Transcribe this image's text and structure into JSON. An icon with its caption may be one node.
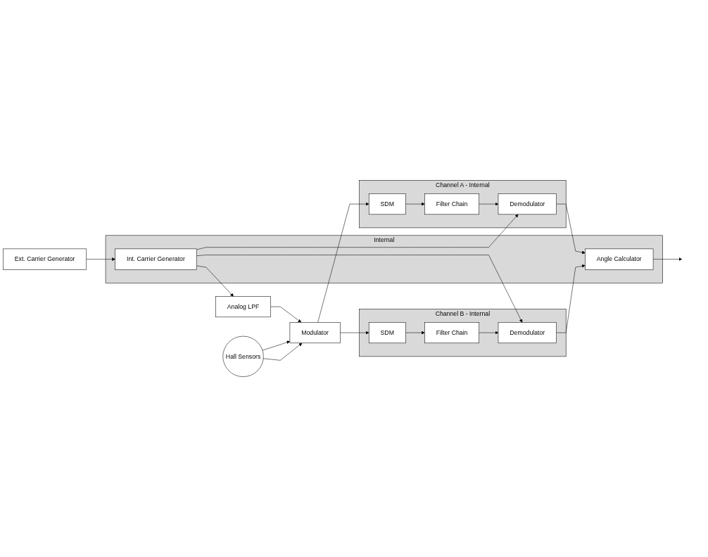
{
  "diagram": {
    "nodes": [
      {
        "text": [
          "Channel A - Internal"
        ]
      },
      {
        "text": [
          "SDM"
        ],
        "in": 0
      },
      {
        "text": [
          "Filter Chain"
        ],
        "in": 0
      },
      {
        "text": [
          "Demodulator"
        ],
        "in": 0
      },
      {
        "text": [
          "Analog LPF"
        ]
      },
      {
        "text": [
          "Modulator"
        ]
      },
      {
        "text": [
          "Hall Sensors"
        ]
      },
      {
        "text": [
          "Internal"
        ]
      },
      {
        "text": [
          "Int. Carrier Generator"
        ],
        "in": 7
      },
      {
        "text": [
          "Angle Calculator"
        ],
        "in": 7
      },
      {
        "text": [
          "Ext. Carrier Generator"
        ]
      },
      {
        "text": [
          "Channel B - Internal"
        ]
      },
      {
        "text": [
          "SDM"
        ],
        "in": 11
      },
      {
        "text": [
          "Filter Chain"
        ],
        "in": 11
      },
      {
        "text": [
          "Demodulator"
        ],
        "in": 11
      }
    ],
    "edges": [
      {
        "from": 1,
        "to": 2,
        "arrow": "to"
      },
      {
        "from": 2,
        "to": 3,
        "arrow": "to"
      },
      {
        "from": 3,
        "to": 9,
        "arrow": "to"
      },
      {
        "from": 9,
        "to": null,
        "arrow": "to"
      },
      {
        "from": 8,
        "to": 3,
        "arrow": "to"
      },
      {
        "from": 8,
        "to": 4,
        "arrow": "to"
      },
      {
        "from": 4,
        "to": 5,
        "arrow": "to"
      },
      {
        "from": 6,
        "to": 5,
        "arrow": "to"
      },
      {
        "from": 6,
        "to": 5,
        "arrow": "to"
      },
      {
        "from": 5,
        "to": 1,
        "arrow": "to"
      },
      {
        "from": 5,
        "to": 12,
        "arrow": "to"
      },
      {
        "from": 10,
        "to": 8,
        "arrow": "to"
      },
      {
        "from": 8,
        "to": 14,
        "arrow": "to"
      },
      {
        "from": 12,
        "to": 13,
        "arrow": "to"
      },
      {
        "from": 13,
        "to": 14,
        "arrow": "to"
      },
      {
        "from": 14,
        "to": 9,
        "arrow": "to"
      }
    ]
  }
}
